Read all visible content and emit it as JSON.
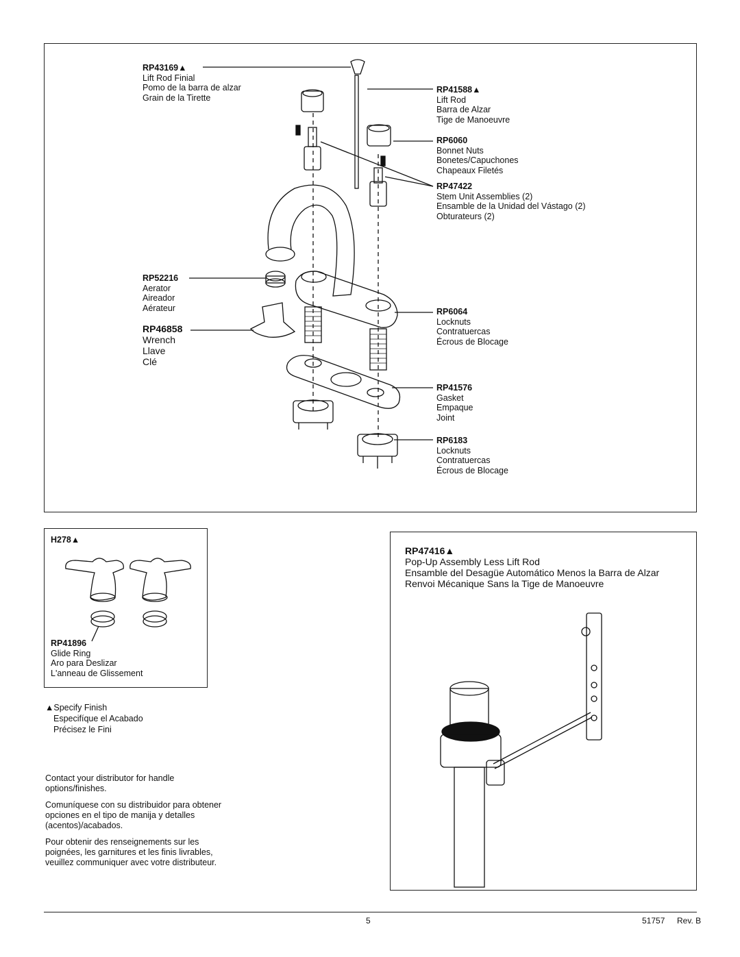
{
  "parts": {
    "rp43169": {
      "code": "RP43169▲",
      "names": [
        "Lift Rod Finial",
        "Pomo de la barra de alzar",
        "Grain de la Tirette"
      ]
    },
    "rp41588": {
      "code": "RP41588▲",
      "names": [
        "Lift Rod",
        "Barra de Alzar",
        "Tige de Manoeuvre"
      ]
    },
    "rp6060": {
      "code": "RP6060",
      "names": [
        "Bonnet Nuts",
        "Bonetes/Capuchones",
        "Chapeaux Filetés"
      ]
    },
    "rp47422": {
      "code": "RP47422",
      "names": [
        "Stem Unit Assemblies (2)",
        "Ensamble de la Unidad del Vástago (2)",
        "Obturateurs (2)"
      ]
    },
    "rp52216": {
      "code": "RP52216",
      "names": [
        "Aerator",
        "Aireador",
        "Aérateur"
      ]
    },
    "rp46858": {
      "code": "RP46858",
      "names": [
        "Wrench",
        "Llave",
        "Clé"
      ]
    },
    "rp6064": {
      "code": "RP6064",
      "names": [
        "Locknuts",
        "Contratuercas",
        "Écrous de Blocage"
      ]
    },
    "rp41576": {
      "code": "RP41576",
      "names": [
        "Gasket",
        "Empaque",
        "Joint"
      ]
    },
    "rp6183": {
      "code": "RP6183",
      "names": [
        "Locknuts",
        "Contratuercas",
        "Écrous de Blocage"
      ]
    },
    "h278": {
      "code": "H278▲"
    },
    "rp41896": {
      "code": "RP41896",
      "names": [
        "Glide Ring",
        "Aro para Deslizar",
        "L'anneau de Glissement"
      ]
    },
    "rp47416": {
      "code": "RP47416▲",
      "names": [
        "Pop-Up Assembly Less Lift Rod",
        "Ensamble del Desagüe Automático Menos la Barra de Alzar",
        "Renvoi Mécanique Sans la Tige de Manoeuvre"
      ]
    }
  },
  "specify_finish": [
    "▲Specify Finish",
    "Especifíque el Acabado",
    "Précisez le Fini"
  ],
  "contact": [
    "Contact your distributor for handle options/finishes.",
    "Comuníquese con su distribuidor para obtener opciones en el tipo de manija y detalles (acentos)/acabados.",
    "Pour obtenir des renseignements sur les poignées, les garnitures et les finis livrables, veuillez communiquer avec votre distributeur."
  ],
  "footer": {
    "page": "5",
    "doc": "51757",
    "rev": "Rev. B"
  }
}
